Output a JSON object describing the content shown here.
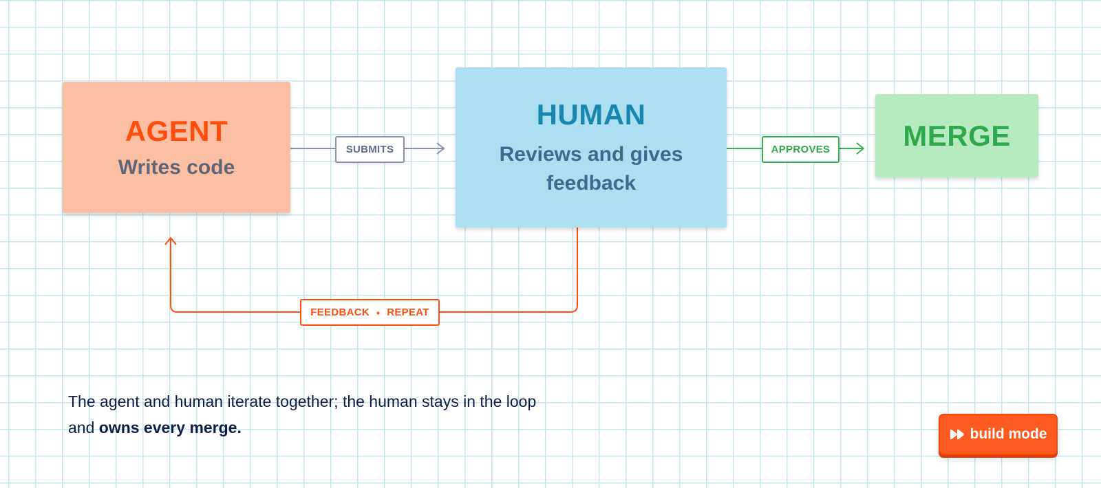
{
  "nodes": {
    "agent": {
      "title": "AGENT",
      "subtitle": "Writes code"
    },
    "human": {
      "title": "HUMAN",
      "subtitle": "Reviews and gives feedback"
    },
    "merge": {
      "title": "MERGE"
    }
  },
  "edges": {
    "submits": {
      "label": "SUBMITS"
    },
    "approves": {
      "label": "APPROVES"
    },
    "feedback": {
      "label_left": "FEEDBACK",
      "separator": "•",
      "label_right": "REPEAT"
    }
  },
  "caption": {
    "text": "The agent and human iterate together; the human stays in the loop and ",
    "emphasis": "owns every merge."
  },
  "build_mode_button": {
    "label": "build mode",
    "icon": "fast-forward-icon"
  },
  "colors": {
    "grid": "#c3e7ec",
    "agent_fill": "#fdbfa4",
    "agent_accent": "#ff4d0d",
    "human_fill": "#acdff1",
    "human_accent": "#1a86b0",
    "merge_fill": "#b6eac1",
    "merge_accent": "#2ea84a",
    "submit_edge": "#8891a9",
    "button": "#ff5a1f"
  }
}
